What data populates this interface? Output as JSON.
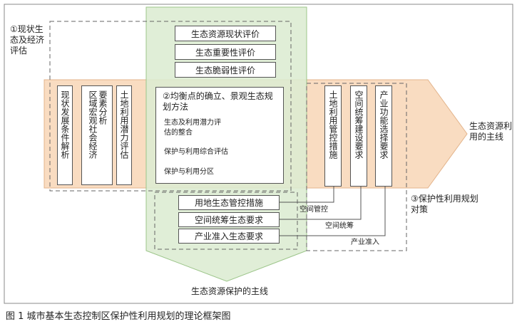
{
  "diagram": {
    "label_current": "①现状生态及经济评估",
    "label_protection": "③保护性利用规划对策",
    "label_utilization": "生态资源利用的主线",
    "label_conservation": "生态资源保护的主线",
    "top_boxes": [
      "生态资源现状评价",
      "生态重要性评价",
      "生态脆弱性评价"
    ],
    "left_vertical": [
      "现状发展条件解析",
      "区域宏观社会经济",
      "要素分析",
      "土地利用潜力评估"
    ],
    "center": {
      "title": "②均衡点的确立、景观生态规划方法",
      "item1": "生态及利用潜力评估的整合",
      "item2": "保护与利用综合评估",
      "item3": "保护与利用分区"
    },
    "right_vertical": [
      "土地利用管控措施",
      "空间统筹建设要求",
      "产业功能选择要求"
    ],
    "bottom_boxes": [
      "用地生态管控措施",
      "空间统筹生态要求",
      "产业准入生态要求"
    ],
    "connector_labels": [
      "空间管控",
      "空间统筹",
      "产业准入"
    ],
    "caption": "图 1  城市基本生态控制区保护性利用规划的理论框架图",
    "colors": {
      "horizontal_band": "#f9dcc1",
      "vertical_band": "#dcecd2",
      "line": "#555555"
    }
  }
}
